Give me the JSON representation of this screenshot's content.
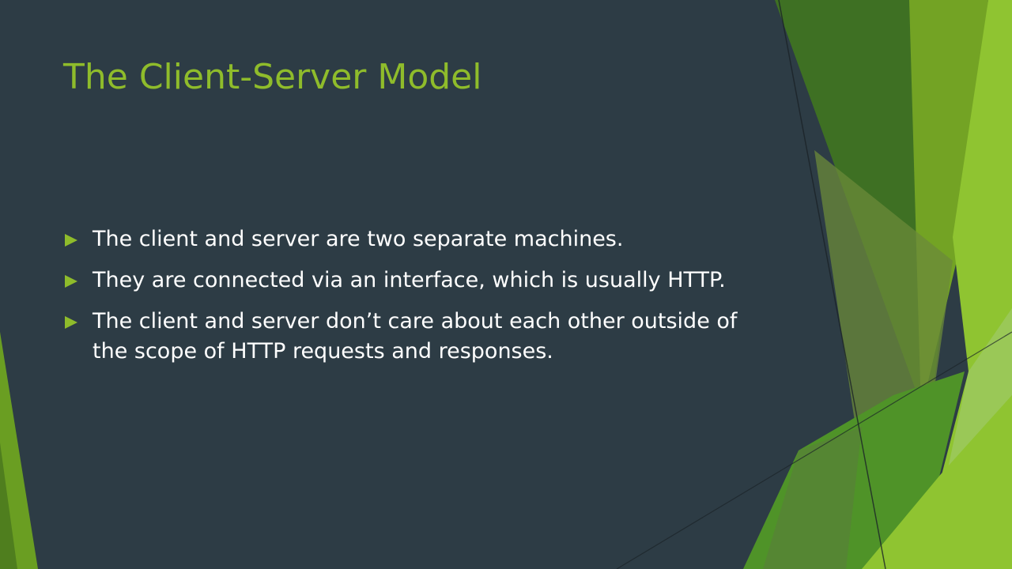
{
  "slide": {
    "title": "The Client-Server Model",
    "bullets": [
      {
        "icon": "triangle-bullet-icon",
        "text": "The client and server are two separate machines."
      },
      {
        "icon": "triangle-bullet-icon",
        "text": "They are connected via an interface, which is usually HTTP."
      },
      {
        "icon": "triangle-bullet-icon",
        "text": "The client and server don’t care about each other outside of the scope of HTTP requests and responses."
      }
    ]
  },
  "theme": {
    "background": "#2d3c45",
    "title_color": "#8fbc2b",
    "text_color": "#ffffff",
    "accent_light": "#8fc431",
    "accent_dark": "#3e7023"
  }
}
